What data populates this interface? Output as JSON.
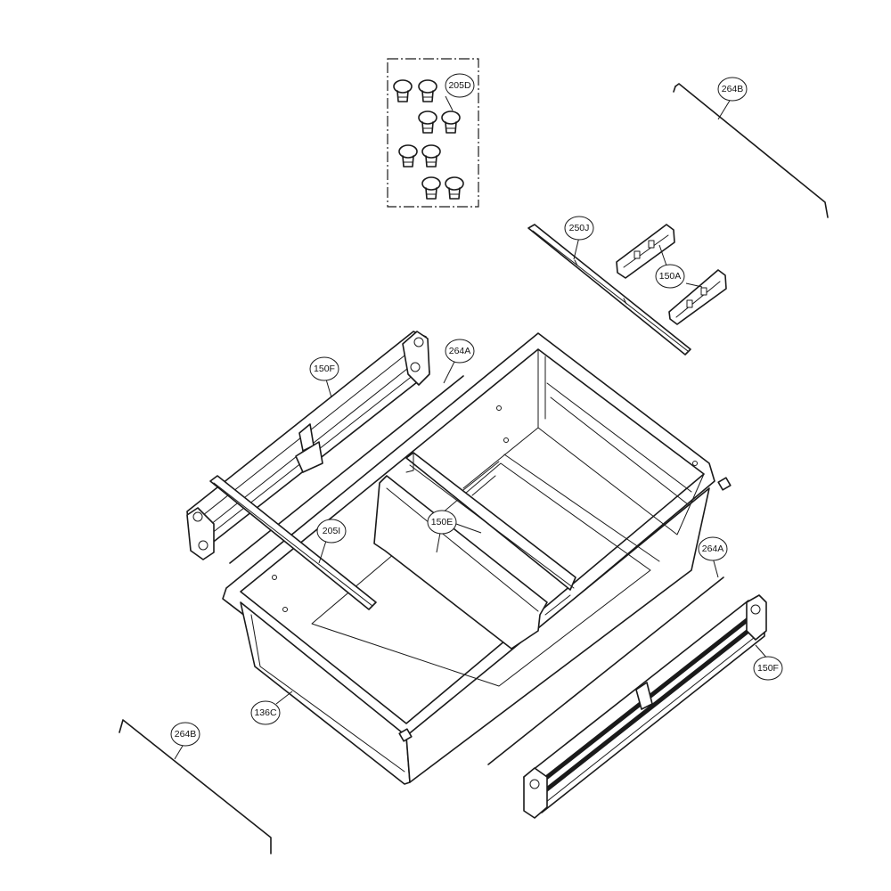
{
  "callouts": {
    "screw_kit": "205D",
    "rod_top_right": "264B",
    "rail_strip": "250J",
    "clips": "150A",
    "slide_left": "150F",
    "rod_left": "264A",
    "divider": "150E",
    "crossbar": "205I",
    "rod_right": "264A",
    "slide_right": "150F",
    "drawer_bin": "136C",
    "rod_bottom_left": "264B"
  }
}
